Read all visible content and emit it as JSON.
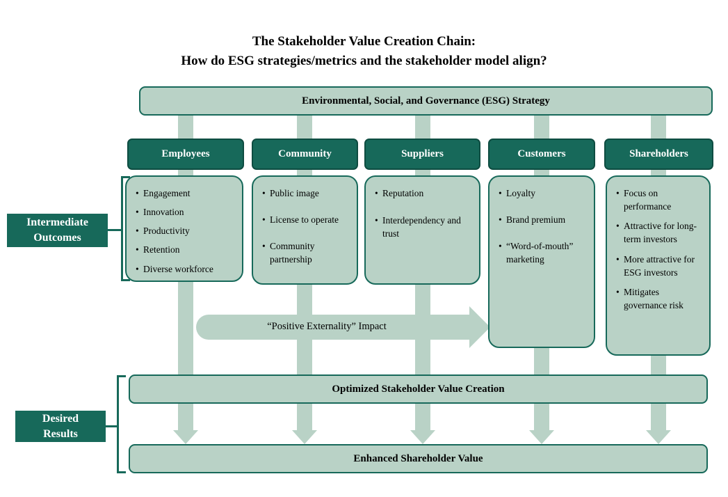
{
  "title": {
    "line1": "The Stakeholder Value Creation Chain:",
    "line2": "How do ESG strategies/metrics and the stakeholder model align?"
  },
  "strategy_box": "Environmental, Social, and Governance (ESG) Strategy",
  "columns": [
    {
      "header": "Employees",
      "bullets": [
        "Engagement",
        "Innovation",
        "Productivity",
        "Retention",
        "Diverse workforce"
      ]
    },
    {
      "header": "Community",
      "bullets": [
        "Public image",
        "License to operate",
        "Community partnership"
      ]
    },
    {
      "header": "Suppliers",
      "bullets": [
        "Reputation",
        "Interdependency and trust"
      ]
    },
    {
      "header": "Customers",
      "bullets": [
        "Loyalty",
        "Brand premium",
        "“Word-of-mouth” marketing"
      ]
    },
    {
      "header": "Shareholders",
      "bullets": [
        "Focus on performance",
        "Attractive for long-term investors",
        "More attractive for ESG investors",
        "Mitigates governance risk"
      ]
    }
  ],
  "labels": {
    "intermediate_outcomes": "Intermediate Outcomes",
    "desired_results": "Desired Results",
    "externality": "“Positive Externality” Impact"
  },
  "results": {
    "optimized": "Optimized Stakeholder Value Creation",
    "enhanced": "Enhanced Shareholder Value"
  },
  "colors": {
    "dark_green": "#17695a",
    "sage": "#b9d2c6",
    "background": "#ffffff",
    "text": "#000000",
    "header_text": "#ffffff"
  }
}
